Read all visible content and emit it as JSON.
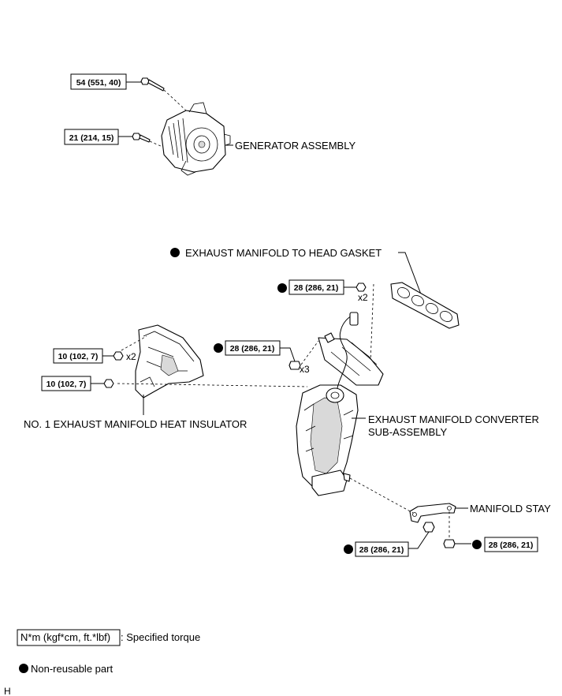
{
  "labels": {
    "generator": "GENERATOR ASSEMBLY",
    "gasket": "EXHAUST MANIFOLD TO HEAD GASKET",
    "converter_line1": "EXHAUST MANIFOLD CONVERTER",
    "converter_line2": "SUB-ASSEMBLY",
    "insulator": "NO. 1 EXHAUST MANIFOLD HEAT INSULATOR",
    "stay": "MANIFOLD STAY"
  },
  "torques": {
    "gen_top": "54 (551, 40)",
    "gen_bottom": "21 (214, 15)",
    "gasket_nut": "28 (286, 21)",
    "manifold_bolt": "28 (286, 21)",
    "insulator_bolt_a": "10 (102, 7)",
    "insulator_bolt_b": "10 (102, 7)",
    "stay_nut": "28 (286, 21)",
    "stay_bolt": "28 (286, 21)"
  },
  "quantities": {
    "gasket_nut": "x2",
    "manifold_bolt": "x3",
    "insulator_bolt": "x2"
  },
  "legend": {
    "torque_box": "N*m (kgf*cm, ft.*lbf)",
    "torque_text": ": Specified torque",
    "nonreusable_text": "Non-reusable part"
  },
  "corner_code": "H",
  "colors": {
    "ink": "#000000",
    "shade": "#d9d9d9"
  }
}
